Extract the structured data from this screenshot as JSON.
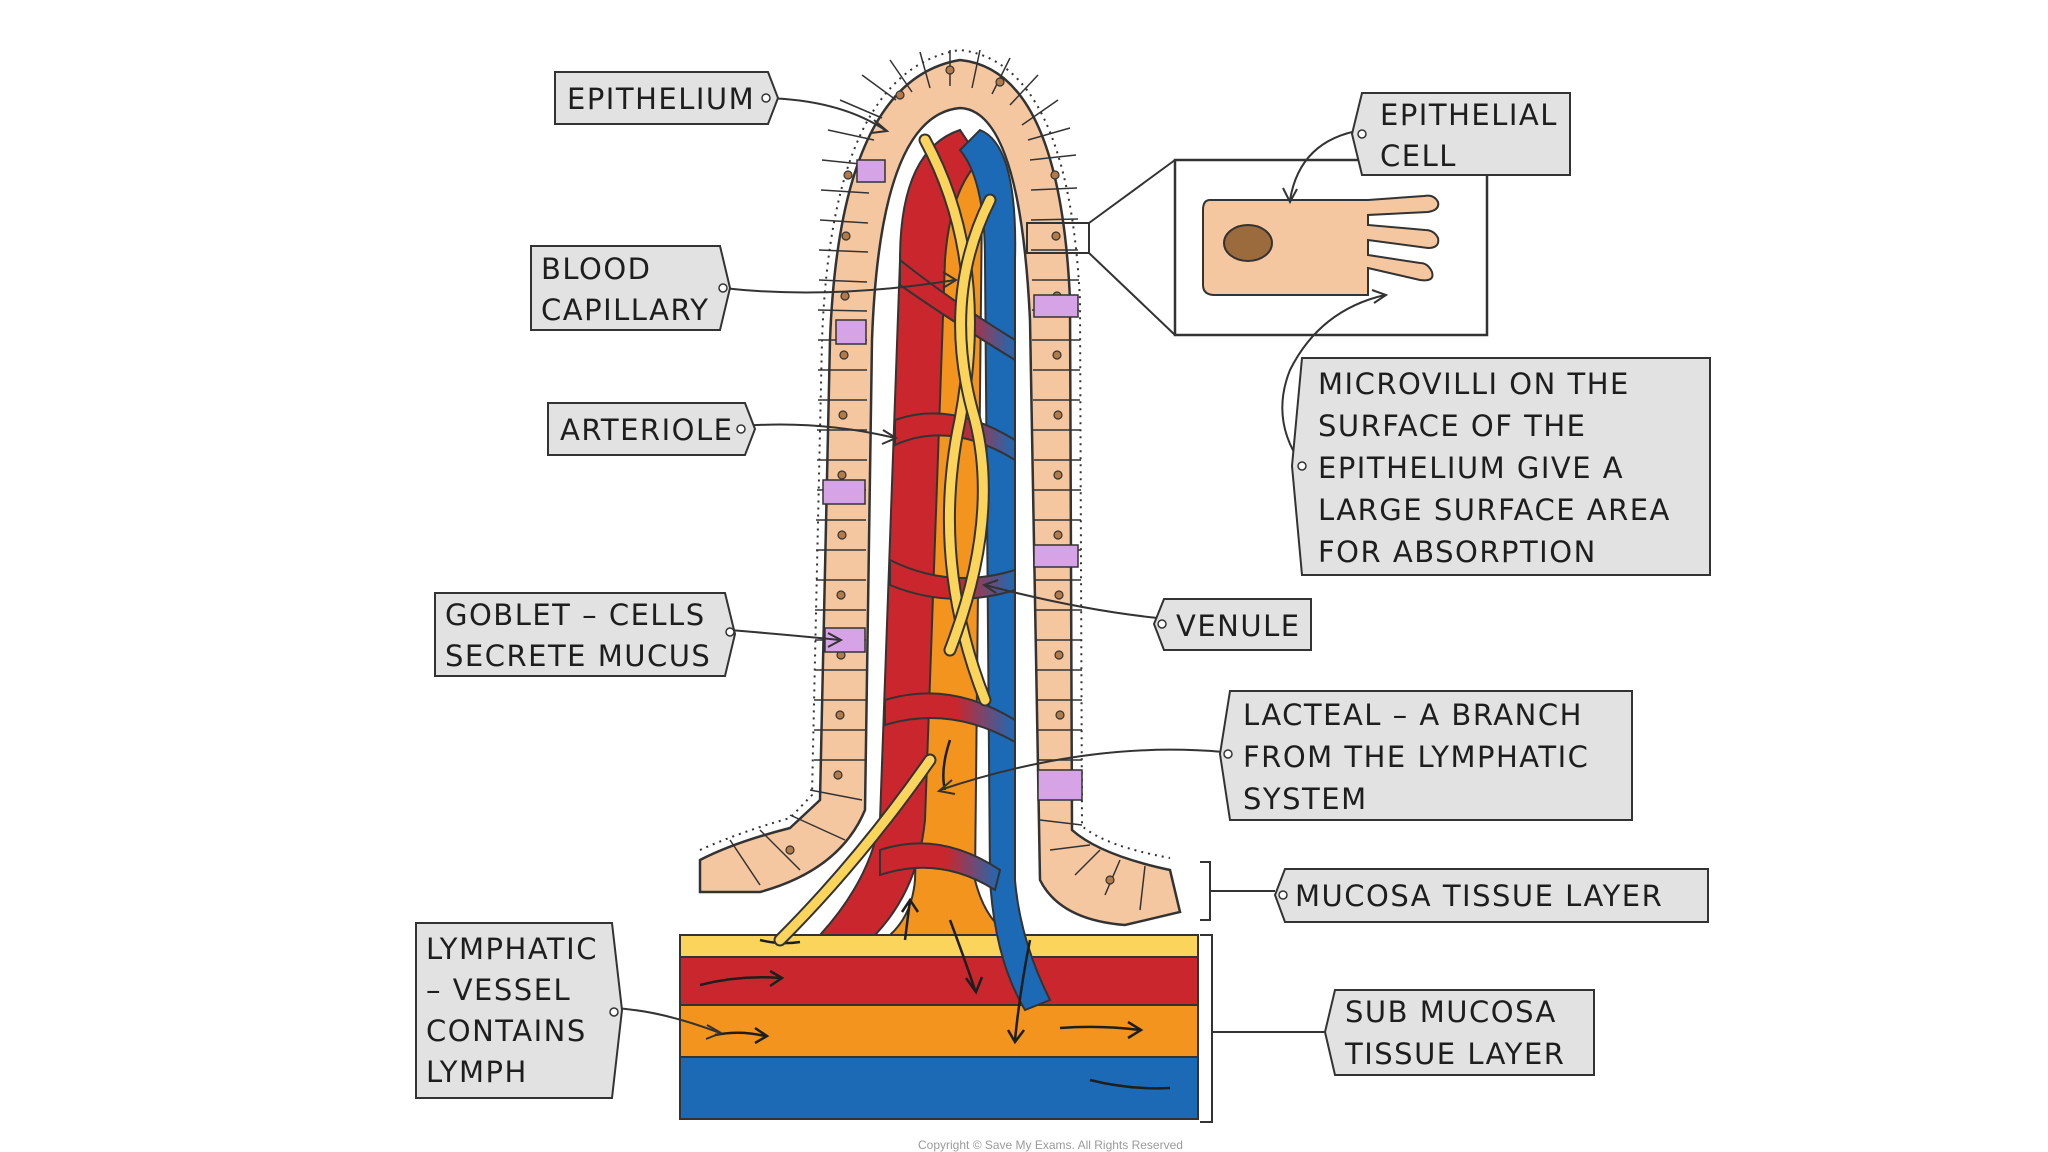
{
  "labels": {
    "epithelium": "EPITHELIUM",
    "blood_capillary": [
      "BLOOD",
      "CAPILLARY"
    ],
    "arteriole": "ARTERIOLE",
    "goblet_cells": [
      "GOBLET – CELLS",
      "SECRETE MUCUS"
    ],
    "lymphatic_vessel": [
      "LYMPHATIC",
      "– VESSEL",
      "CONTAINS",
      "LYMPH"
    ],
    "epithelial_cell": [
      "EPITHELIAL",
      "CELL"
    ],
    "microvilli": [
      "MICROVILLI  ON  THE",
      "SURFACE  OF  THE",
      "EPITHELIUM  GIVE  A",
      "LARGE  SURFACE  AREA",
      "FOR  ABSORPTION"
    ],
    "venule": "VENULE",
    "lacteal": [
      "LACTEAL – A BRANCH",
      "FROM  THE  LYMPHATIC",
      "SYSTEM"
    ],
    "mucosa": "MUCOSA  TISSUE  LAYER",
    "sub_mucosa": [
      "SUB  MUCOSA",
      "TISSUE  LAYER"
    ]
  },
  "copyright": "Copyright © Save My Exams. All Rights Reserved",
  "colors": {
    "epithelium_cell": "#f5c7a0",
    "goblet_cell": "#d6a4e6",
    "artery": "#c9272d",
    "vein": "#1c6ab5",
    "lacteal": "#f2941e",
    "lymph_capillary": "#fbd55b",
    "label_box": "#e2e2e2",
    "outline": "#333333"
  }
}
